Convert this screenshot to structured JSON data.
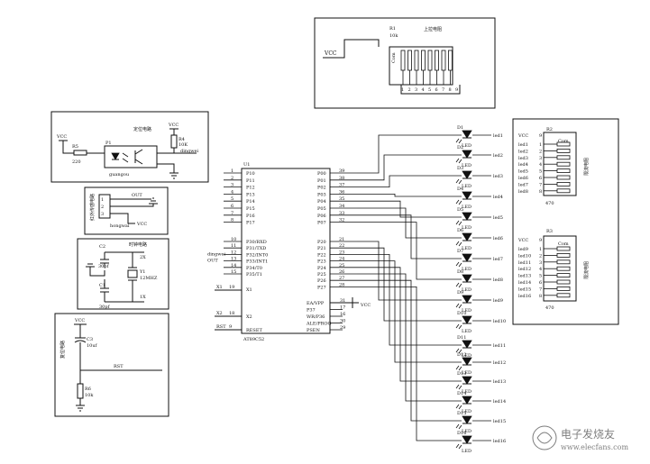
{
  "top_block": {
    "vcc": "VCC",
    "ref": "R1",
    "value": "10k",
    "title": "上拉电阻",
    "com": "Com",
    "pins": [
      "1",
      "2",
      "3",
      "4",
      "5",
      "6",
      "7",
      "8",
      "9"
    ]
  },
  "mcu": {
    "ref": "U1",
    "name": "AT89C52",
    "p1_pins": [
      "P10",
      "P11",
      "P12",
      "P13",
      "P14",
      "P15",
      "P16",
      "P17"
    ],
    "p1_nums": [
      "1",
      "2",
      "3",
      "4",
      "5",
      "6",
      "7",
      "8"
    ],
    "p3_pins": [
      "P30/RXD",
      "P31/TXD",
      "P32/INT0",
      "P33/INT1",
      "P34/T0",
      "P35/T1"
    ],
    "p3_nums": [
      "10",
      "11",
      "12",
      "13",
      "14",
      "15"
    ],
    "p3_nets": [
      "",
      "",
      "dingwei",
      "OUT",
      "",
      ""
    ],
    "x1": "X1",
    "x1_num": "19",
    "x2": "X2",
    "x2_num": "18",
    "reset": "RESET",
    "rst_num": "9",
    "rst_net": "RST",
    "p0_pins": [
      "P00",
      "P01",
      "P02",
      "P03",
      "P04",
      "P05",
      "P06",
      "P07"
    ],
    "p0_nums": [
      "39",
      "38",
      "37",
      "36",
      "35",
      "34",
      "33",
      "32"
    ],
    "p2_pins": [
      "P20",
      "P21",
      "P22",
      "P23",
      "P24",
      "P25",
      "P26",
      "P27"
    ],
    "p2_nums": [
      "21",
      "22",
      "23",
      "24",
      "25",
      "26",
      "27",
      "28"
    ],
    "ctrl_pins": [
      "EA/VPP",
      "P37",
      "WR/P36",
      "ALE/PROG",
      "PSEN"
    ],
    "ctrl_nums": [
      "31",
      "17",
      "16",
      "30",
      "29"
    ],
    "vcc": "VCC"
  },
  "positioning": {
    "title": "定位电路",
    "vcc1": "VCC",
    "vcc2": "VCC",
    "r5": "R5",
    "r5_value": "220",
    "p1": "P1",
    "p1_name": "guangou",
    "r4": "R4",
    "r4_value": "10K",
    "net": "dingwei"
  },
  "ir_module": {
    "title": "红外传感电路",
    "pins": [
      "1",
      "2",
      "3"
    ],
    "out": "OUT",
    "name": "hongwai",
    "vcc": "VCC"
  },
  "clock": {
    "title": "时钟电路",
    "c2": "C2",
    "c2_value": "30pf",
    "c1": "C1",
    "c1_value": "30pf",
    "y1": "Y1",
    "y1_value": "12MHZ",
    "x2": "2X",
    "x1": "1X"
  },
  "reset": {
    "title": "复位电路",
    "vcc": "VCC",
    "c3": "C3",
    "c3_value": "10uf",
    "net": "RST",
    "r6": "R6",
    "r6_value": "10k"
  },
  "leds": {
    "ref": "LED",
    "labels": [
      "led1",
      "led2",
      "led3",
      "led4",
      "led5",
      "led6",
      "led7",
      "led8",
      "led9",
      "led10",
      "led11",
      "led12",
      "led13",
      "led14",
      "led15",
      "led16"
    ],
    "ids": [
      "D1",
      "D2",
      "D3",
      "D4",
      "D5",
      "D6",
      "D7",
      "D8",
      "D9",
      "D10",
      "D11",
      "D12",
      "D13",
      "D14",
      "D15",
      "D16"
    ]
  },
  "r2_block": {
    "title": "限流电阻",
    "ref": "R2",
    "vcc": "VCC",
    "vcc_pin": "9",
    "com": "Com",
    "leds": [
      "led1",
      "led2",
      "led3",
      "led4",
      "led5",
      "led6",
      "led7",
      "led8"
    ],
    "pins": [
      "1",
      "2",
      "3",
      "4",
      "5",
      "6",
      "7",
      "8"
    ],
    "value": "470"
  },
  "r3_block": {
    "title": "限流电阻",
    "ref": "R3",
    "vcc": "VCC",
    "vcc_pin": "9",
    "com": "Com",
    "leds": [
      "led9",
      "led10",
      "led11",
      "led12",
      "led13",
      "led14",
      "led15",
      "led16"
    ],
    "pins": [
      "1",
      "2",
      "3",
      "4",
      "5",
      "6",
      "7",
      "8"
    ],
    "value": "470"
  },
  "watermark": {
    "line1": "电子发烧友",
    "line2": "www.elecfans.com"
  }
}
